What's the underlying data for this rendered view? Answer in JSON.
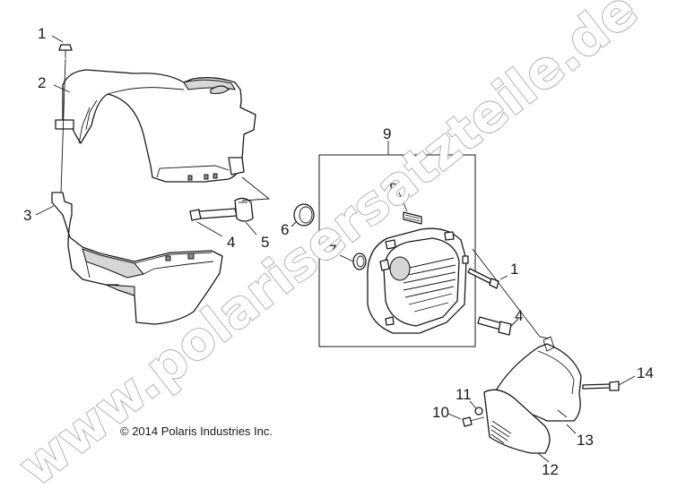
{
  "watermark": "www.polarisersatzteile.de",
  "copyright": "© 2014 Polaris Industries Inc.",
  "callouts": {
    "c1a": "1",
    "c2": "2",
    "c3": "3",
    "c4a": "4",
    "c5": "5",
    "c6": "6",
    "c7": "7",
    "c8": "8",
    "c9": "9",
    "c1b": "1",
    "c4b": "4",
    "c10": "10",
    "c11": "11",
    "c12": "12",
    "c13": "13",
    "c14": "14"
  }
}
